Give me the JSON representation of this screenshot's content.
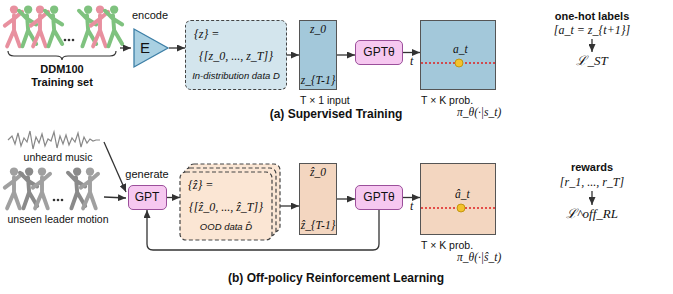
{
  "diagram": {
    "nodes": [
      {
        "text": [
          "E"
        ]
      },
      {
        "text": [
          "{z} =",
          "{[z_0, ..., z_T]}",
          "In-distribution data D"
        ]
      },
      {
        "text": [
          "z_0",
          "z_{T-1}",
          "T × 1 input"
        ]
      },
      {
        "text": [
          "GPTθ"
        ]
      },
      {
        "text": [
          "t",
          "a_t",
          "T × K prob.",
          "π_θ(·|s_t)"
        ]
      },
      {
        "text": [
          "GPT"
        ]
      },
      {
        "text": [
          "{ẑ} =",
          "{[ẑ_0, ..., ẑ_T]}",
          "OOD data D̂"
        ]
      },
      {
        "text": [
          "ẑ_0",
          "ẑ_{T-1}"
        ]
      },
      {
        "text": [
          "GPTθ"
        ]
      },
      {
        "text": [
          "t",
          "â_t",
          "T × K prob.",
          "π_θ(·|ŝ_t)"
        ]
      }
    ],
    "edges": [
      {
        "from": 0,
        "to": 1,
        "arrow": "to"
      },
      {
        "from": 1,
        "to": 2,
        "arrow": "to"
      },
      {
        "from": 2,
        "to": 3,
        "arrow": "to"
      },
      {
        "from": 3,
        "to": 4,
        "arrow": "to"
      },
      {
        "from": 5,
        "to": 6,
        "arrow": "to"
      },
      {
        "from": 6,
        "to": 7,
        "arrow": "to"
      },
      {
        "from": 7,
        "to": 8,
        "arrow": "to"
      },
      {
        "from": 8,
        "to": 9,
        "arrow": "to"
      },
      {
        "from": 8,
        "to": 5,
        "arrow": "to"
      }
    ],
    "labels": [
      "DDM100",
      "Training set",
      "encode",
      "one-hot labels",
      "[a_t = z_{t+1}]",
      "ℒ_ST",
      "(a) Supervised Training",
      "unheard music",
      "unseen leader motion",
      "generate",
      "rewards",
      "[r_1, ..., r_T]",
      "ℒ^off_RL",
      "(b) Off-policy Reinforcement Learning"
    ]
  }
}
